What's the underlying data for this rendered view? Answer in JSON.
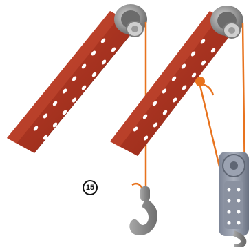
{
  "instruction": {
    "step_number": "15"
  },
  "colors": {
    "girder": "#a8321f",
    "girder_shadow": "#7c1f12",
    "string": "#e8731e",
    "pulley": "#8f8f8f",
    "hook": "#8a8a8a"
  },
  "parts": [
    "girder-strip",
    "pulley-wheel",
    "string",
    "hook",
    "pulley-block"
  ]
}
